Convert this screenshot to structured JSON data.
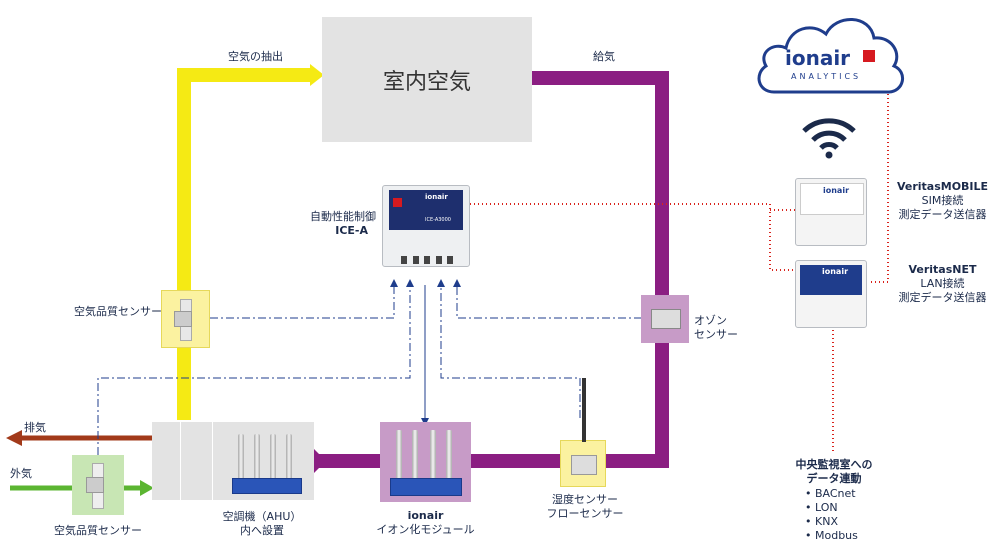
{
  "room": {
    "label": "室内空気"
  },
  "flow": {
    "extract": "空気の抽出",
    "supply": "給気",
    "exhaust": "排気",
    "outside": "外気"
  },
  "controller": {
    "label": "自動性能制御",
    "model": "ICE-A",
    "screen_brand": "ionair",
    "screen_model": "ICE-A3000"
  },
  "sensors": {
    "iaq_top": "空気品質センサー",
    "iaq_bottom": "空気品質センサー",
    "ozone_line1": "オゾン",
    "ozone_line2": "センサー",
    "humidity_line1": "湿度センサー",
    "humidity_line2": "フローセンサー"
  },
  "ahu": {
    "line1": "空調機（AHU）",
    "line2": "内へ設置"
  },
  "ion_module": {
    "brand": "ionair",
    "line2": "イオン化モジュール"
  },
  "cloud": {
    "brand": "ionair",
    "sub": "ANALYTICS"
  },
  "veritas_mobile": {
    "title": "VeritasMOBILE",
    "line1": "SIM接続",
    "line2": "測定データ送信器",
    "screen": "ionair"
  },
  "veritas_net": {
    "title": "VeritasNET",
    "line1": "LAN接続",
    "line2": "測定データ送信器",
    "screen": "ionair"
  },
  "bms": {
    "title_line1": "中央監視室への",
    "title_line2": "データ連動",
    "items": [
      "BACnet",
      "LON",
      "KNX",
      "Modbus"
    ]
  },
  "colors": {
    "extract": "#f5ea14",
    "supply": "#8b1e82",
    "exhaust": "#a23a1a",
    "outside": "#5bb531",
    "dashed": "#1f3d8c",
    "dotted": "#d9231c",
    "cloud_red": "#d61a20"
  }
}
